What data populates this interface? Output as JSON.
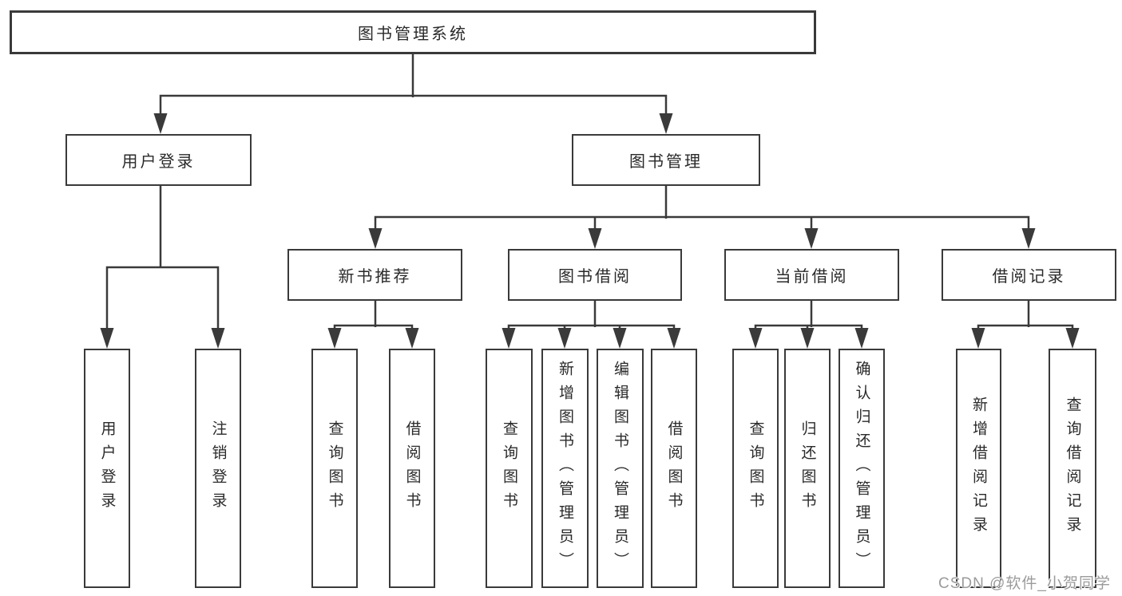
{
  "tree": {
    "label": "图书管理系统",
    "children": [
      {
        "label": "用户登录",
        "children": [
          {
            "label": "用户登录"
          },
          {
            "label": "注销登录"
          }
        ]
      },
      {
        "label": "图书管理",
        "children": [
          {
            "label": "新书推荐",
            "children": [
              {
                "label": "查询图书"
              },
              {
                "label": "借阅图书"
              }
            ]
          },
          {
            "label": "图书借阅",
            "children": [
              {
                "label": "查询图书"
              },
              {
                "label": "新增图书（管理员）"
              },
              {
                "label": "编辑图书（管理员）"
              },
              {
                "label": "借阅图书"
              }
            ]
          },
          {
            "label": "当前借阅",
            "children": [
              {
                "label": "查询图书"
              },
              {
                "label": "归还图书"
              },
              {
                "label": "确认归还（管理员）"
              }
            ]
          },
          {
            "label": "借阅记录",
            "children": [
              {
                "label": "新增借阅记录"
              },
              {
                "label": "查询借阅记录"
              }
            ]
          }
        ]
      }
    ]
  },
  "watermark": {
    "text": "CSDN @软件_小贺同学"
  },
  "colors": {
    "line": "#3a3a3a",
    "text": "#2a2a2a",
    "watermark": "#9b9b9b",
    "background": "#ffffff"
  }
}
